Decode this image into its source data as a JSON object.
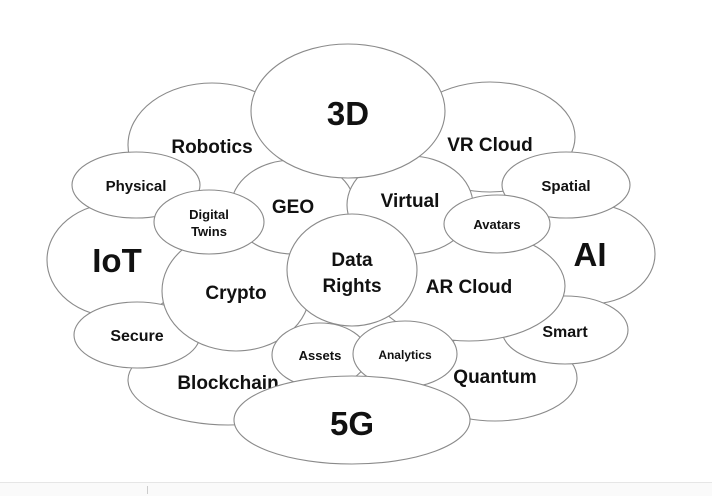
{
  "diagram": {
    "bubbles": [
      {
        "id": "robotics",
        "label": "Robotics"
      },
      {
        "id": "vr-cloud",
        "label": "VR Cloud"
      },
      {
        "id": "blockchain",
        "label": "Blockchain"
      },
      {
        "id": "quantum",
        "label": "Quantum"
      },
      {
        "id": "iot",
        "label": "IoT"
      },
      {
        "id": "ai",
        "label": "AI"
      },
      {
        "id": "secure",
        "label": "Secure"
      },
      {
        "id": "smart",
        "label": "Smart"
      },
      {
        "id": "crypto",
        "label": "Crypto"
      },
      {
        "id": "ar-cloud",
        "label": "AR Cloud"
      },
      {
        "id": "geo",
        "label": "GEO"
      },
      {
        "id": "virtual",
        "label": "Virtual"
      },
      {
        "id": "physical",
        "label": "Physical"
      },
      {
        "id": "spatial",
        "label": "Spatial"
      },
      {
        "id": "avatars",
        "label": "Avatars"
      },
      {
        "id": "digital-twins",
        "label": "Digital Twins",
        "lines": [
          "Digital",
          "Twins"
        ]
      },
      {
        "id": "data-rights",
        "label": "Data Rights",
        "lines": [
          "Data",
          "Rights"
        ]
      },
      {
        "id": "assets",
        "label": "Assets"
      },
      {
        "id": "analytics",
        "label": "Analytics"
      },
      {
        "id": "3d",
        "label": "3D"
      },
      {
        "id": "5g",
        "label": "5G"
      }
    ]
  }
}
